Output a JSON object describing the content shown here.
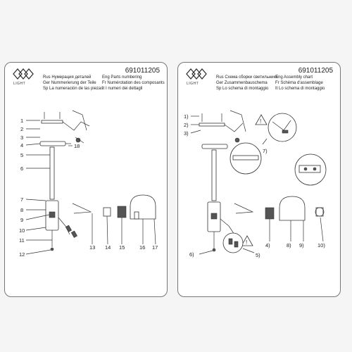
{
  "document": {
    "left_page": {
      "logo_text": "LIGHT",
      "code": "691011205",
      "header_left": [
        {
          "prefix": "Rus",
          "text": "Нумерация деталей"
        },
        {
          "prefix": "Ger",
          "text": "Nummerierung der Teile"
        },
        {
          "prefix": "Sp",
          "text": "La numeración de las piezas"
        }
      ],
      "header_right": [
        {
          "prefix": "Eng",
          "text": "Parts numbering"
        },
        {
          "prefix": "Fr",
          "text": "Numérotation des composants"
        },
        {
          "prefix": "It",
          "text": "I numeri dei dettagli"
        }
      ],
      "part_numbers": [
        "1",
        "2",
        "3",
        "4",
        "5",
        "6",
        "7",
        "8",
        "9",
        "10",
        "11",
        "12",
        "13",
        "14",
        "15",
        "16",
        "17",
        "18"
      ]
    },
    "right_page": {
      "logo_text": "LIGHT",
      "code": "691011205",
      "header_left": [
        {
          "prefix": "Rus",
          "text": "Схема сборки светильника"
        },
        {
          "prefix": "Ger",
          "text": "Zusammenbauschema"
        },
        {
          "prefix": "Sp",
          "text": "Lo schema di montaggio"
        }
      ],
      "header_right": [
        {
          "prefix": "Eng",
          "text": "Assembly chart"
        },
        {
          "prefix": "Fr",
          "text": "Schéma d'assemblage"
        },
        {
          "prefix": "It",
          "text": "Lo schema di montaggio"
        }
      ],
      "step_numbers": [
        "1)",
        "2)",
        "3)",
        "4)",
        "5)",
        "6)",
        "7)",
        "8)",
        "9)",
        "10)"
      ]
    }
  }
}
